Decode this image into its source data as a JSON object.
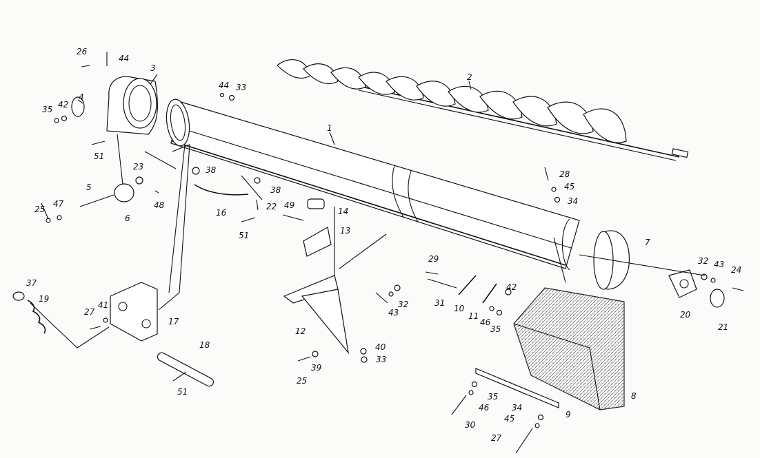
{
  "drawing": {
    "kind": "exploded parts drawing",
    "callouts": {
      "c1": "1",
      "c2": "2",
      "c3": "3",
      "c4": "4",
      "c5": "5",
      "c6": "6",
      "c7": "7",
      "c8": "8",
      "c9": "9",
      "c10": "10",
      "c11": "11",
      "c12": "12",
      "c13": "13",
      "c14": "14",
      "c16": "16",
      "c17": "17",
      "c18": "18",
      "c19": "19",
      "c20": "20",
      "c21": "21",
      "c22": "22",
      "c23": "23",
      "c24": "24",
      "c25a": "25",
      "c25b": "25",
      "c26": "26",
      "c27a": "27",
      "c27b": "27",
      "c28": "28",
      "c29": "29",
      "c30": "30",
      "c31": "31",
      "c32a": "32",
      "c32b": "32",
      "c33a": "33",
      "c33b": "33",
      "c34a": "34",
      "c34b": "34",
      "c35a": "35",
      "c35b": "35",
      "c35c": "35",
      "c37": "37",
      "c38a": "38",
      "c38b": "38",
      "c39": "39",
      "c40": "40",
      "c41": "41",
      "c42a": "42",
      "c42b": "42",
      "c43a": "43",
      "c43b": "43",
      "c44a": "44",
      "c44b": "44",
      "c45a": "45",
      "c45b": "45",
      "c46a": "46",
      "c46b": "46",
      "c47": "47",
      "c48": "48",
      "c49": "49",
      "c51a": "51",
      "c51b": "51",
      "c51c": "51"
    }
  }
}
